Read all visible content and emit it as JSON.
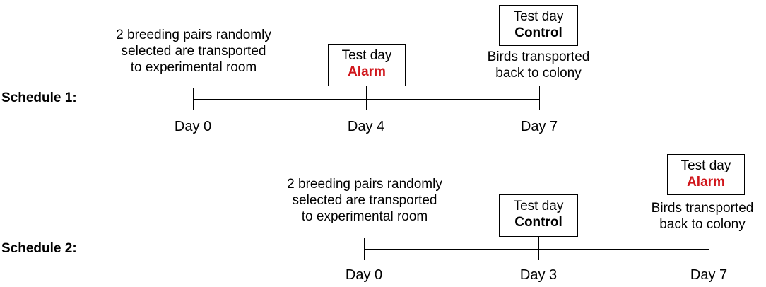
{
  "schedules": [
    {
      "label": "Schedule 1:",
      "intro_lines": [
        "2 breeding pairs randomly",
        "selected are transported",
        "to experimental room"
      ],
      "days": [
        "Day 0",
        "Day 4",
        "Day 7"
      ],
      "test1": {
        "title": "Test day",
        "condition": "Alarm"
      },
      "test2": {
        "title": "Test day",
        "condition": "Control"
      },
      "return_lines": [
        "Birds transported",
        "back to colony"
      ]
    },
    {
      "label": "Schedule 2:",
      "intro_lines": [
        "2 breeding pairs randomly",
        "selected are transported",
        "to experimental room"
      ],
      "days": [
        "Day 0",
        "Day 3",
        "Day 7"
      ],
      "test1": {
        "title": "Test day",
        "condition": "Control"
      },
      "test2": {
        "title": "Test day",
        "condition": "Alarm"
      },
      "return_lines": [
        "Birds transported",
        "back to colony"
      ]
    }
  ],
  "colors": {
    "alarm": "#d0161b",
    "line": "#000000"
  }
}
